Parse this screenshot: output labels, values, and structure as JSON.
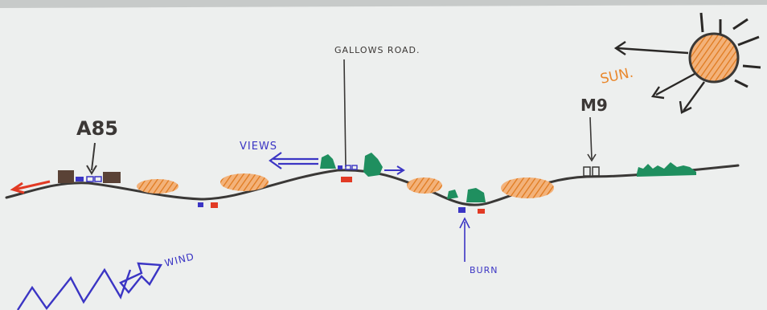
{
  "labels": {
    "a85": "A85",
    "gallows_road": "GALLOWS ROAD.",
    "m9": "M9",
    "sun": "SUN.",
    "views": "VIEWS",
    "wind": "WIND",
    "burn": "BURN"
  },
  "colors": {
    "paper": "#eef0ef",
    "ink": "#3a3836",
    "orange": "#e9872b",
    "green": "#1f8f5f",
    "blue": "#3b35c4",
    "red": "#e23a24",
    "brown": "#5a4236"
  },
  "icons": {
    "sun": "sun-icon",
    "wind": "wind-arrow-icon",
    "views": "views-arrow-icon"
  }
}
